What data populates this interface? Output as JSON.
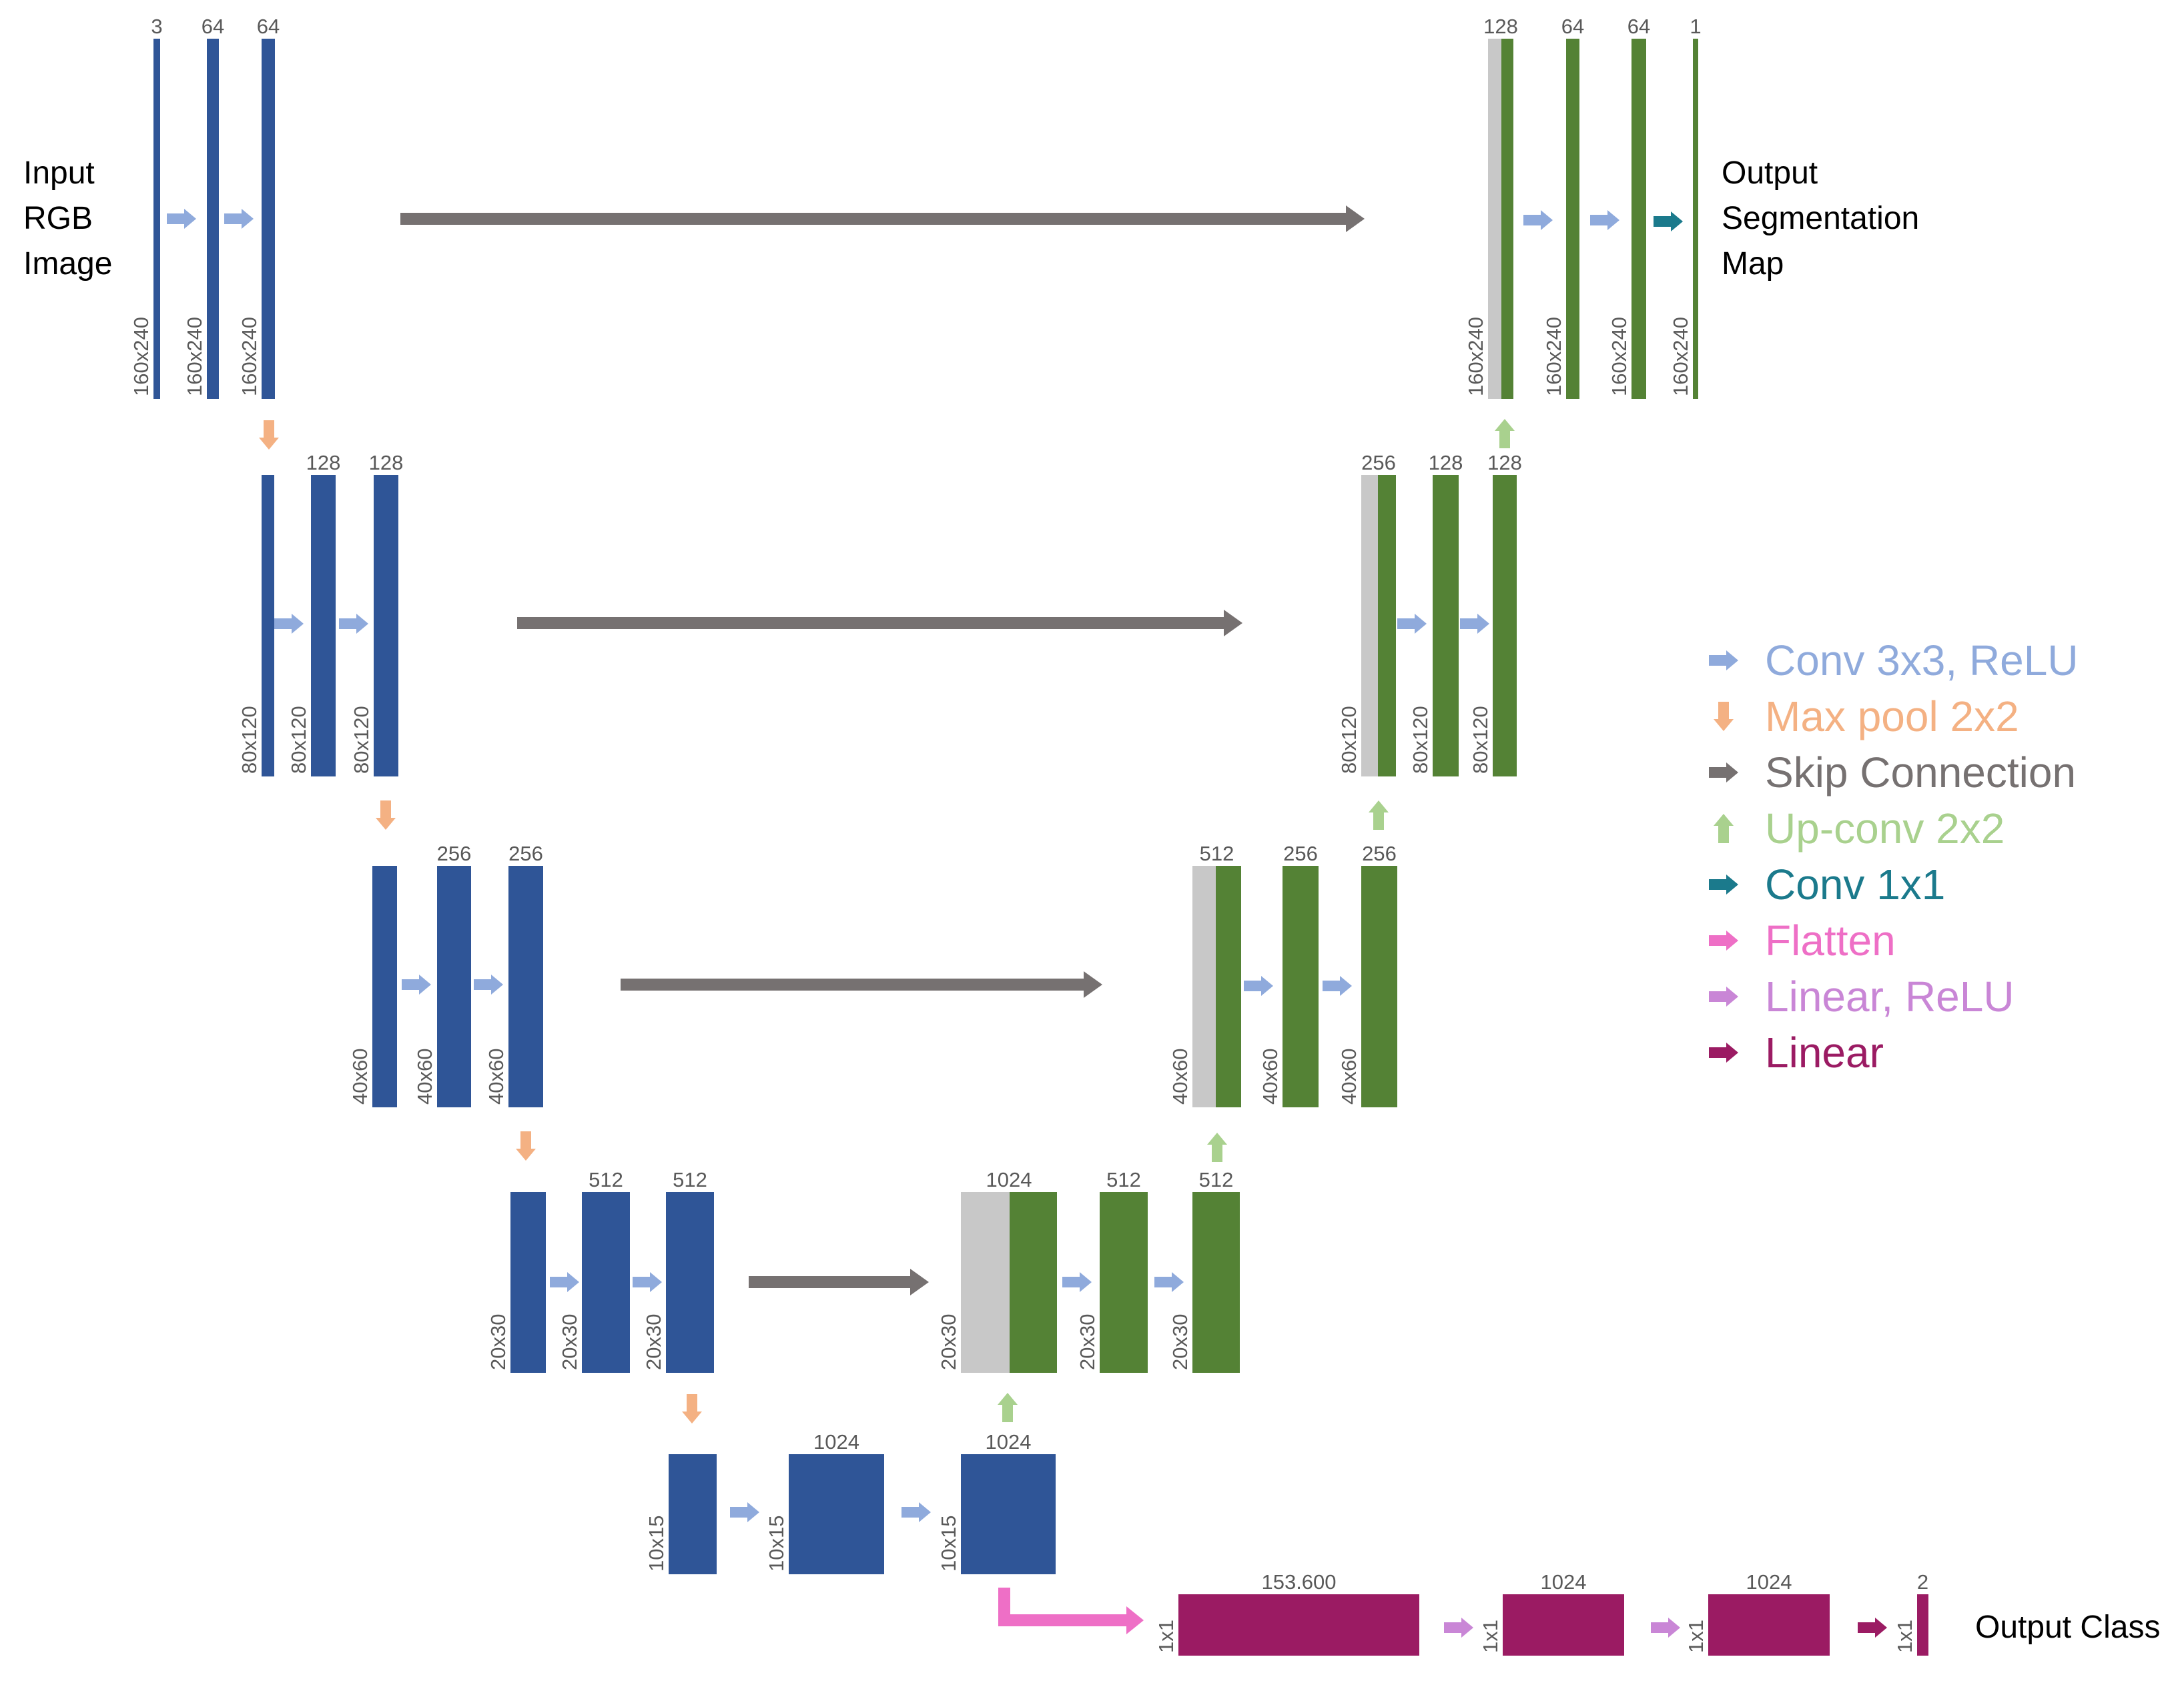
{
  "colors": {
    "encoder": "#2F5597",
    "decoder": "#548235",
    "copied": "#C8C8C8",
    "classifier": "#9B1B63",
    "conv3x3": "#8FAADC",
    "maxpool": "#F4B183",
    "skip": "#767171",
    "upconv": "#A9D18E",
    "conv1x1": "#1B7A8C",
    "flatten": "#EE6FC6",
    "linear_relu": "#C986D6",
    "linear": "#9B1B63"
  },
  "labels": {
    "input": [
      "Input",
      "RGB",
      "Image"
    ],
    "output_seg": [
      "Output",
      "Segmentation",
      "Map"
    ],
    "output_class": "Output Class"
  },
  "legend": [
    {
      "text": "Conv 3x3, ReLU",
      "color": "conv3x3",
      "dir": "right"
    },
    {
      "text": "Max pool 2x2",
      "color": "maxpool",
      "dir": "down"
    },
    {
      "text": "Skip Connection",
      "color": "skip",
      "dir": "right"
    },
    {
      "text": "Up-conv 2x2",
      "color": "upconv",
      "dir": "up"
    },
    {
      "text": "Conv 1x1",
      "color": "conv1x1",
      "dir": "right"
    },
    {
      "text": "Flatten",
      "color": "flatten",
      "dir": "right"
    },
    {
      "text": "Linear, ReLU",
      "color": "linear_relu",
      "dir": "right"
    },
    {
      "text": "Linear",
      "color": "linear",
      "dir": "right"
    }
  ],
  "blocks": [
    {
      "ch": "3",
      "size": "160x240"
    },
    {
      "ch": "64",
      "size": "160x240"
    },
    {
      "ch": "64",
      "size": "160x240"
    },
    {
      "ch": "",
      "size": "80x120"
    },
    {
      "ch": "128",
      "size": "80x120"
    },
    {
      "ch": "128",
      "size": "80x120"
    },
    {
      "ch": "",
      "size": "40x60"
    },
    {
      "ch": "256",
      "size": "40x60"
    },
    {
      "ch": "256",
      "size": "40x60"
    },
    {
      "ch": "",
      "size": "20x30"
    },
    {
      "ch": "512",
      "size": "20x30"
    },
    {
      "ch": "512",
      "size": "20x30"
    },
    {
      "ch": "",
      "size": "10x15"
    },
    {
      "ch": "1024",
      "size": "10x15"
    },
    {
      "ch": "1024",
      "size": "10x15"
    },
    {
      "ch": "1024",
      "size": "20x30"
    },
    {
      "ch": "512",
      "size": "20x30"
    },
    {
      "ch": "512",
      "size": "20x30"
    },
    {
      "ch": "512",
      "size": "40x60"
    },
    {
      "ch": "256",
      "size": "40x60"
    },
    {
      "ch": "256",
      "size": "40x60"
    },
    {
      "ch": "256",
      "size": "80x120"
    },
    {
      "ch": "128",
      "size": "80x120"
    },
    {
      "ch": "128",
      "size": "80x120"
    },
    {
      "ch": "128",
      "size": "160x240"
    },
    {
      "ch": "64",
      "size": "160x240"
    },
    {
      "ch": "64",
      "size": "160x240"
    },
    {
      "ch": "1",
      "size": "160x240"
    },
    {
      "ch": "153.600",
      "size": "1x1"
    },
    {
      "ch": "1024",
      "size": "1x1"
    },
    {
      "ch": "1024",
      "size": "1x1"
    },
    {
      "ch": "2",
      "size": "1x1"
    }
  ]
}
